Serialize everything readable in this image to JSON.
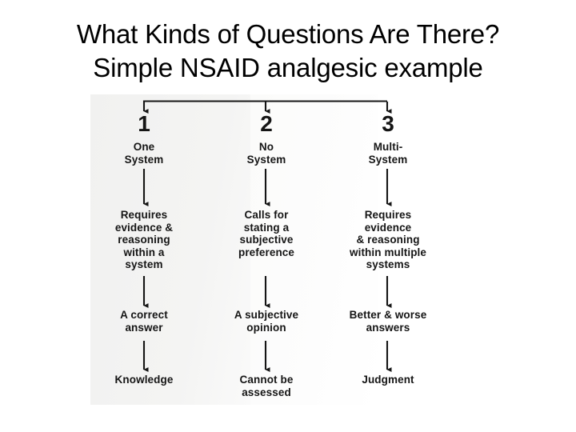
{
  "slide": {
    "title_line_1": "What Kinds of Questions Are There?",
    "title_line_2": "Simple NSAID analgesic example"
  },
  "diagram": {
    "type": "flowchart-tree",
    "description": "Three-branch decision tree classifying question types",
    "branches": [
      {
        "number": "1",
        "kind_line_1": "One",
        "kind_line_2": "System",
        "requirement_line_1": "Requires",
        "requirement_line_2": "evidence &",
        "requirement_line_3": "reasoning",
        "requirement_line_4": "within a",
        "requirement_line_5": "system",
        "outcome_line_1": "A correct",
        "outcome_line_2": "answer",
        "result_line_1": "Knowledge",
        "result_line_2": ""
      },
      {
        "number": "2",
        "kind_line_1": "No",
        "kind_line_2": "System",
        "requirement_line_1": "Calls for",
        "requirement_line_2": "stating a",
        "requirement_line_3": "subjective",
        "requirement_line_4": "preference",
        "requirement_line_5": "",
        "outcome_line_1": "A subjective",
        "outcome_line_2": "opinion",
        "result_line_1": "Cannot be",
        "result_line_2": "assessed"
      },
      {
        "number": "3",
        "kind_line_1": "Multi-",
        "kind_line_2": "System",
        "requirement_line_1": "Requires",
        "requirement_line_2": "evidence",
        "requirement_line_3": "& reasoning",
        "requirement_line_4": "within multiple",
        "requirement_line_5": "systems",
        "outcome_line_1": "Better & worse",
        "outcome_line_2": "answers",
        "result_line_1": "Judgment",
        "result_line_2": ""
      }
    ],
    "colors": {
      "ink": "#151515",
      "background": "#ffffff",
      "paper": "#f1f1f0"
    }
  }
}
